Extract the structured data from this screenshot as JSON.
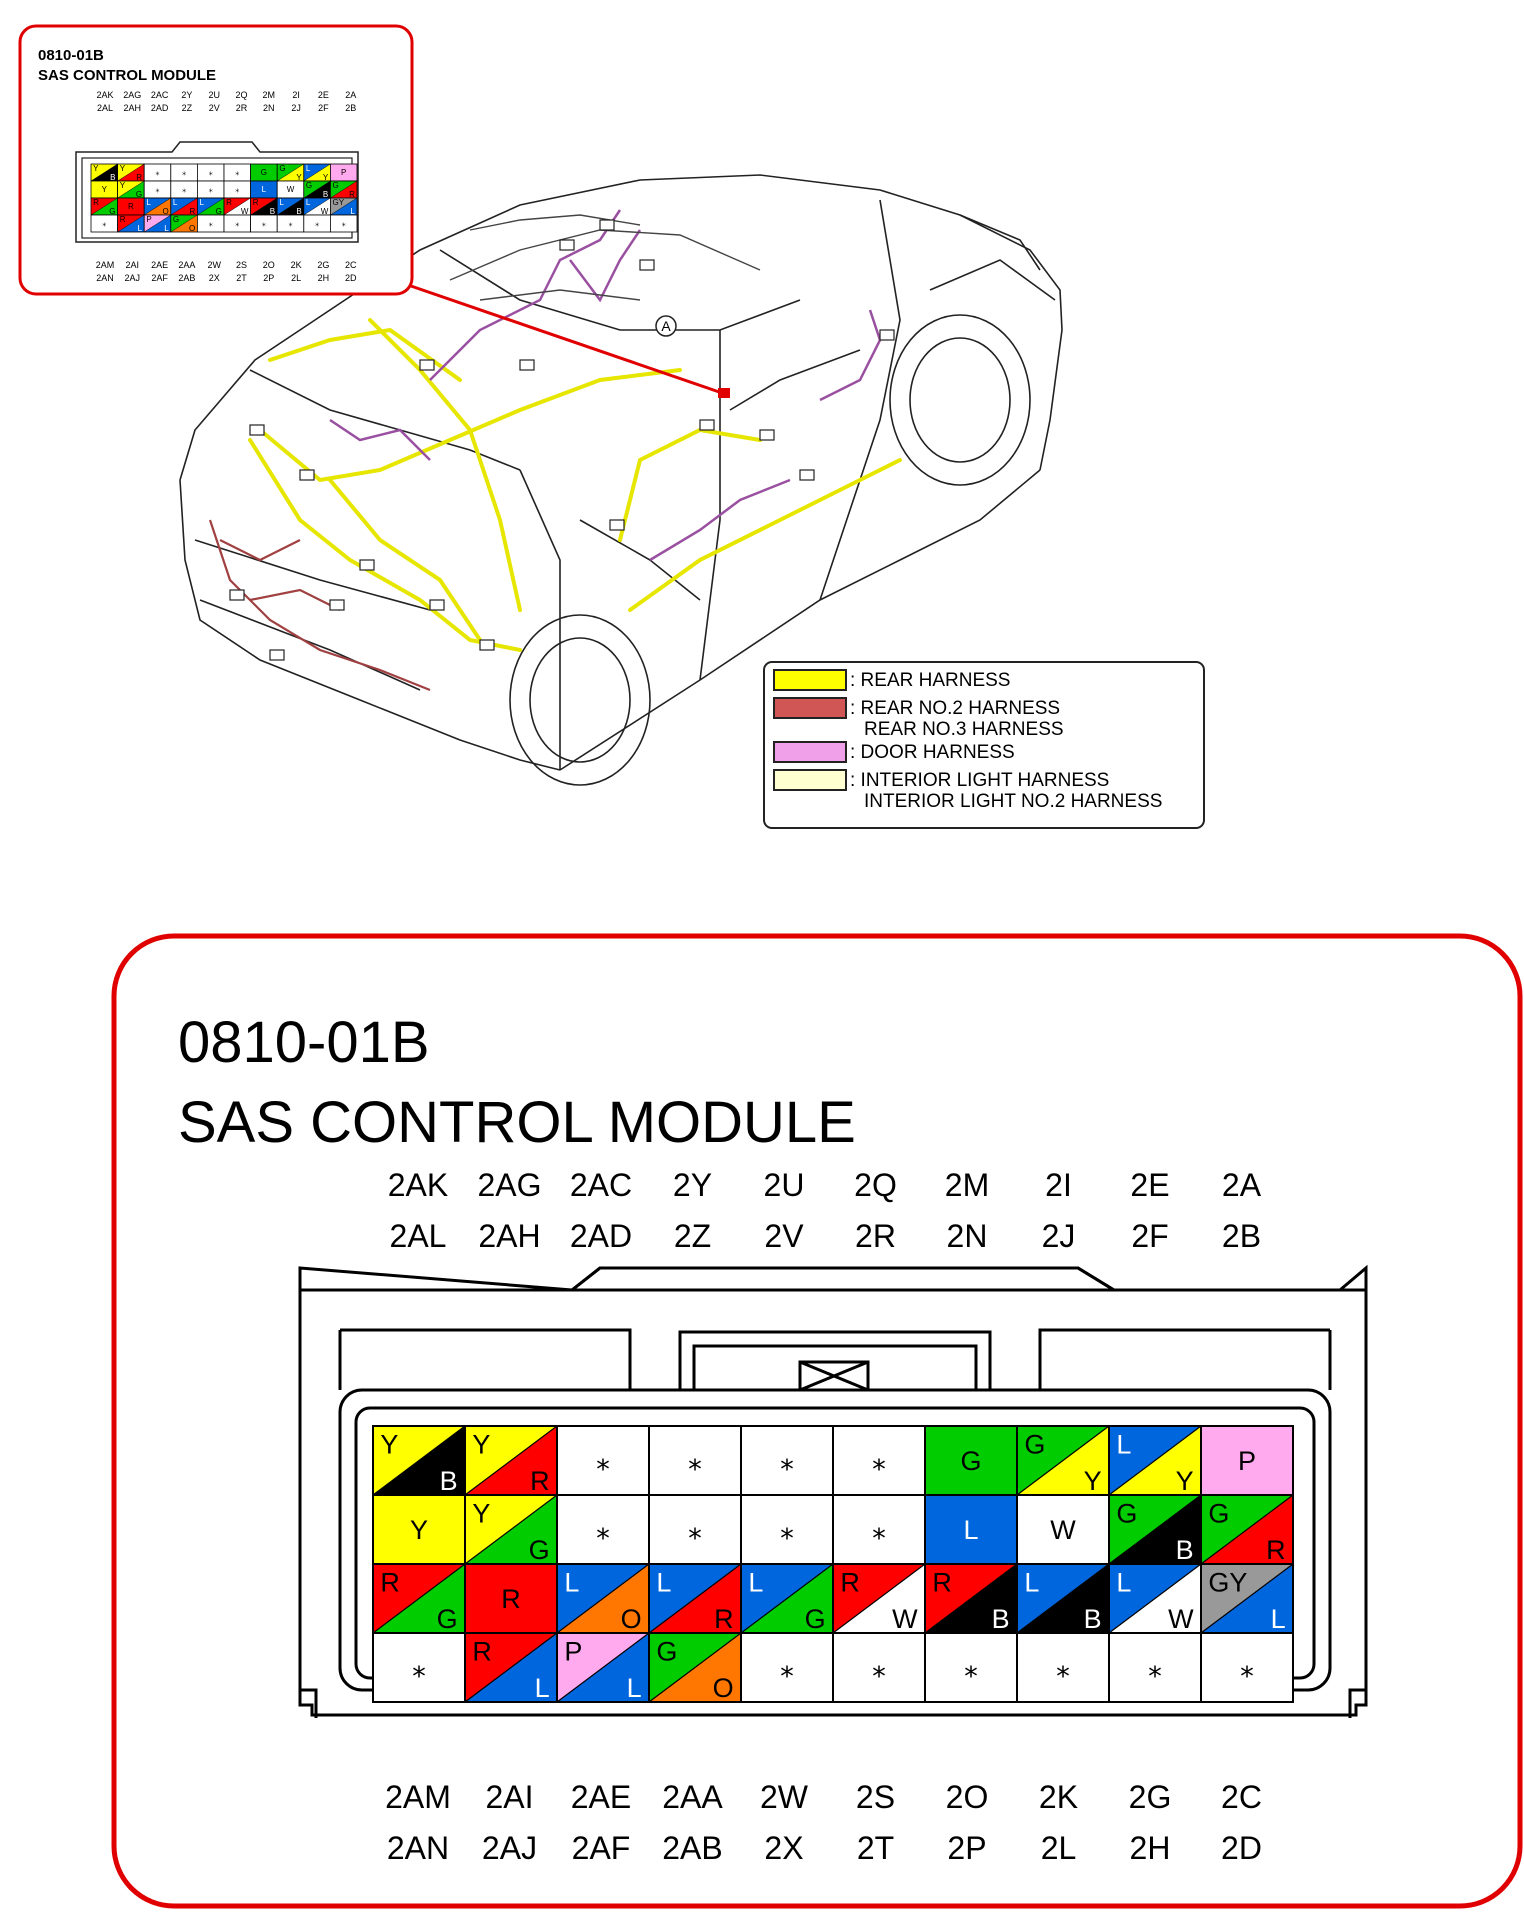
{
  "connector": {
    "code": "0810-01B",
    "name": "SAS CONTROL MODULE",
    "top_labels_row1": [
      "2AK",
      "2AG",
      "2AC",
      "2Y",
      "2U",
      "2Q",
      "2M",
      "2I",
      "2E",
      "2A"
    ],
    "top_labels_row2": [
      "2AL",
      "2AH",
      "2AD",
      "2Z",
      "2V",
      "2R",
      "2N",
      "2J",
      "2F",
      "2B"
    ],
    "bottom_labels_row1": [
      "2AM",
      "2AI",
      "2AE",
      "2AA",
      "2W",
      "2S",
      "2O",
      "2K",
      "2G",
      "2C"
    ],
    "bottom_labels_row2": [
      "2AN",
      "2AJ",
      "2AF",
      "2AB",
      "2X",
      "2T",
      "2P",
      "2L",
      "2H",
      "2D"
    ],
    "empty_symbol": "⁎",
    "pins": [
      [
        {
          "a": "Y",
          "b": "B"
        },
        {
          "a": "Y",
          "b": "R"
        },
        {
          "e": 1
        },
        {
          "e": 1
        },
        {
          "e": 1
        },
        {
          "e": 1
        },
        {
          "s": "G"
        },
        {
          "a": "G",
          "b": "Y"
        },
        {
          "a": "L",
          "b": "Y"
        },
        {
          "s": "P"
        }
      ],
      [
        {
          "s": "Y"
        },
        {
          "a": "Y",
          "b": "G"
        },
        {
          "e": 1
        },
        {
          "e": 1
        },
        {
          "e": 1
        },
        {
          "e": 1
        },
        {
          "s": "L"
        },
        {
          "s": "W"
        },
        {
          "a": "G",
          "b": "B"
        },
        {
          "a": "G",
          "b": "R"
        }
      ],
      [
        {
          "a": "R",
          "b": "G"
        },
        {
          "s": "R"
        },
        {
          "a": "L",
          "b": "O"
        },
        {
          "a": "L",
          "b": "R"
        },
        {
          "a": "L",
          "b": "G"
        },
        {
          "a": "R",
          "b": "W"
        },
        {
          "a": "R",
          "b": "B"
        },
        {
          "a": "L",
          "b": "B"
        },
        {
          "a": "L",
          "b": "W"
        },
        {
          "a": "GY",
          "b": "L"
        }
      ],
      [
        {
          "e": 1
        },
        {
          "a": "R",
          "b": "L"
        },
        {
          "a": "P",
          "b": "L"
        },
        {
          "a": "G",
          "b": "O"
        },
        {
          "e": 1
        },
        {
          "e": 1
        },
        {
          "e": 1
        },
        {
          "e": 1
        },
        {
          "e": 1
        },
        {
          "e": 1
        }
      ]
    ]
  },
  "wire_colors": {
    "Y": "#ffff00",
    "B": "#000000",
    "R": "#ff0000",
    "G": "#00cc00",
    "L": "#0066dd",
    "P": "#ffaaee",
    "W": "#ffffff",
    "O": "#ff7700",
    "GY": "#999999"
  },
  "label_colors": {
    "B": "#ffffff",
    "L": "#ffffff"
  },
  "legend": [
    {
      "label": ": REAR HARNESS",
      "label2": "",
      "color": "#ffff00"
    },
    {
      "label": ": REAR NO.2 HARNESS",
      "label2": "REAR NO.3 HARNESS",
      "color": "#d05555"
    },
    {
      "label": ": DOOR HARNESS",
      "label2": "",
      "color": "#f0a0e8"
    },
    {
      "label": ": INTERIOR LIGHT HARNESS",
      "label2": "INTERIOR LIGHT NO.2 HARNESS",
      "color": "#ffffd0"
    }
  ],
  "callout_marker": "A",
  "harness_colors": {
    "rear": "#e6e600",
    "rear2": "#a04040",
    "door": "#9a50a0",
    "interior": "#e8e6a8",
    "callout": "#e00000"
  }
}
